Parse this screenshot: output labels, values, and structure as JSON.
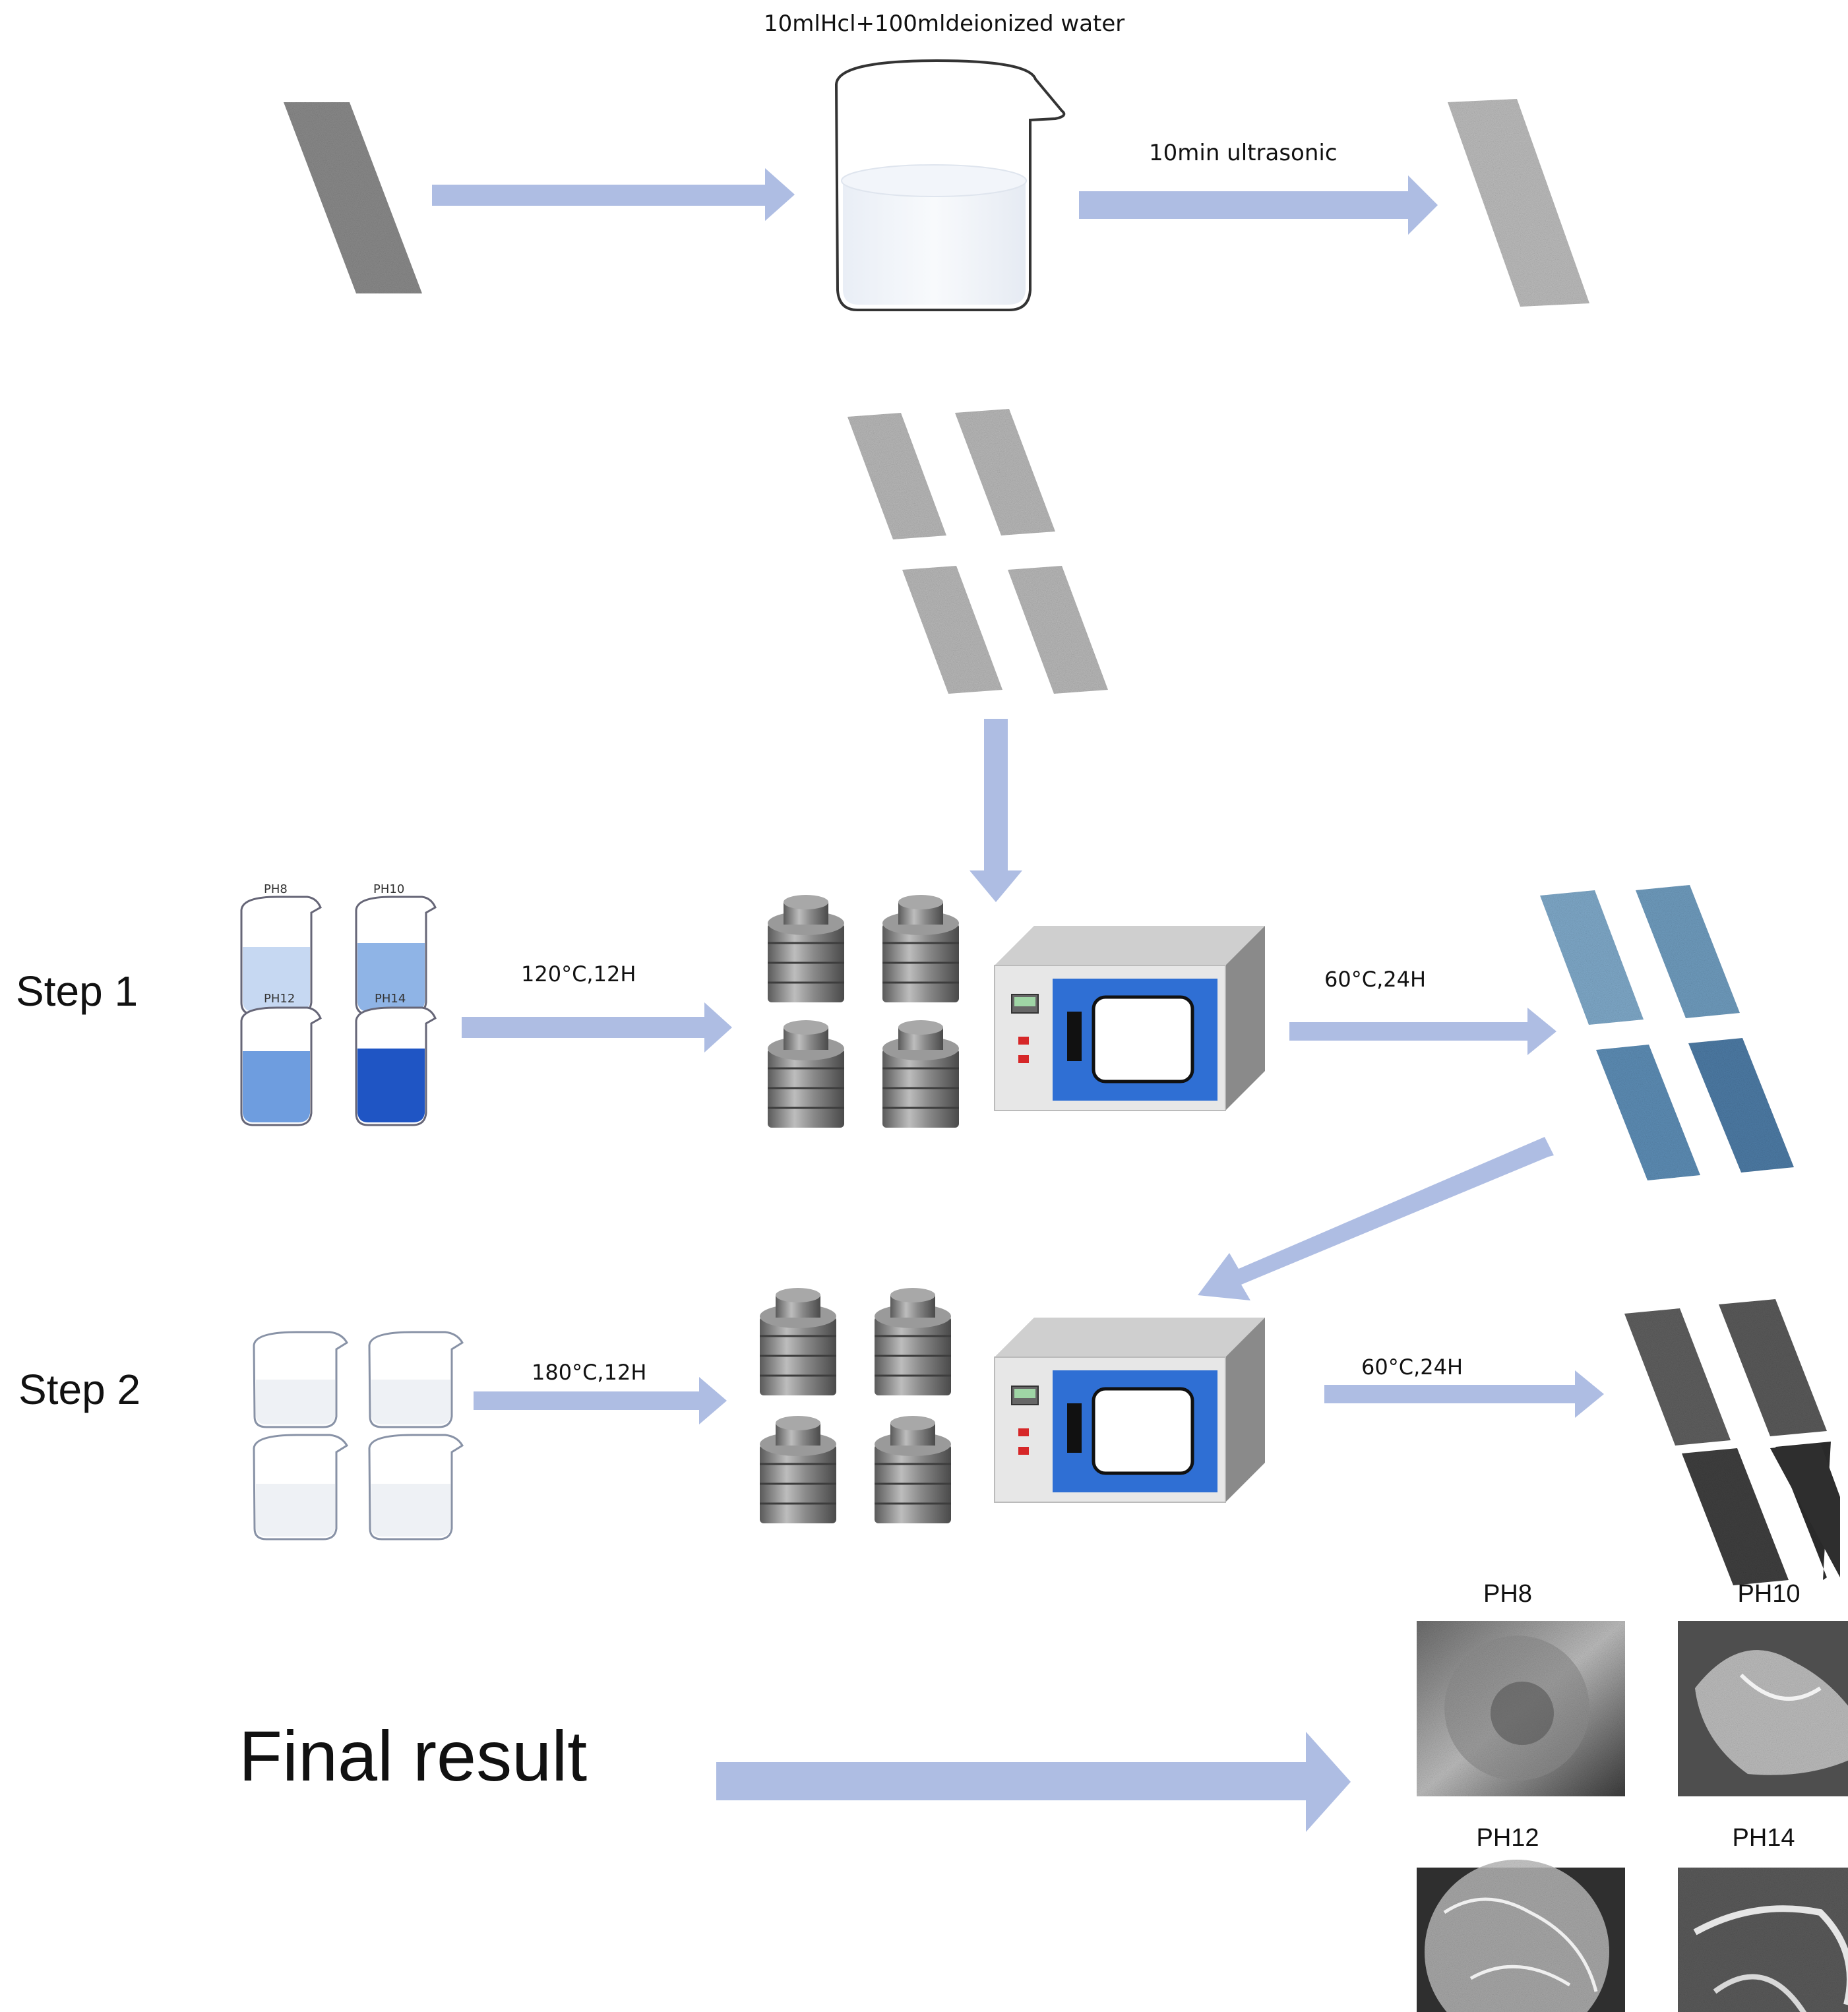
{
  "top": {
    "solution_label": "10mlHcl+100mldeionized water",
    "ultrasonic_label": "10min ultrasonic"
  },
  "step1": {
    "label": "Step 1",
    "beaker_labels": [
      "PH8",
      "PH10",
      "PH12",
      "PH14"
    ],
    "reaction_label": "120°C,12H",
    "dry_label": "60°C,24H"
  },
  "step2": {
    "label": "Step 2",
    "reaction_label": "180°C,12H",
    "dry_label": "60°C,24H"
  },
  "final": {
    "label": "Final result",
    "images": [
      {
        "label": "PH8"
      },
      {
        "label": "PH10"
      },
      {
        "label": "PH12"
      },
      {
        "label": "PH14"
      }
    ]
  },
  "colors": {
    "arrow": "#aebde3",
    "oven_door": "#2f6fd4",
    "step1_sheets": [
      "#7fa9c9",
      "#6f9cbe",
      "#5d8db5",
      "#4d7ba5"
    ],
    "step2_sheets": [
      "#5f5f5f",
      "#5a5a5a",
      "#3f3f3f",
      "#2e2e2e"
    ]
  }
}
